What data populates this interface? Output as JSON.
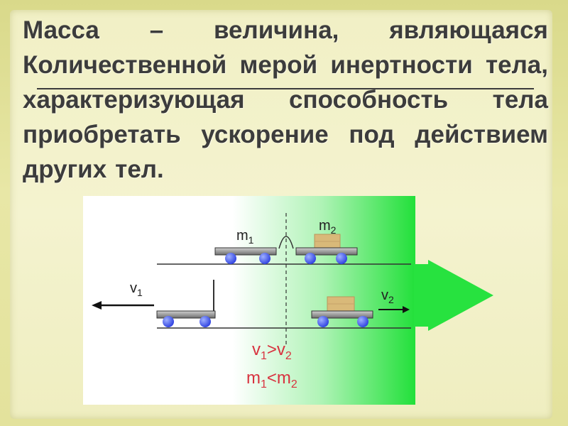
{
  "definition": {
    "line1": [
      "Масса",
      "–",
      "величина,",
      "являющаяся"
    ],
    "line2": [
      "Количественной",
      "мерой",
      "инертности",
      "тела,"
    ],
    "line3": [
      "характеризующая",
      "способность",
      "тела"
    ],
    "line4": [
      "приобретать",
      "ускорение",
      "под",
      "действием"
    ],
    "line5": [
      "других",
      "тел."
    ]
  },
  "figure": {
    "m1": "m",
    "m1_sub": "1",
    "m2": "m",
    "m2_sub": "2",
    "v1": "v",
    "v1_sub": "1",
    "v2": "v",
    "v2_sub": "2",
    "rel_velocity": {
      "a": "v",
      "a_sub": "1",
      "op": ">",
      "b": "v",
      "b_sub": "2"
    },
    "rel_mass": {
      "a": "m",
      "a_sub": "1",
      "op": "<",
      "b": "m",
      "b_sub": "2"
    },
    "colors": {
      "green_start": "#ffffff",
      "green_end": "#22e03a",
      "wheel": "#2c3fe0",
      "cart_body": "#9a9a9a",
      "label": "#d8323f",
      "box": "#d9b979"
    }
  }
}
